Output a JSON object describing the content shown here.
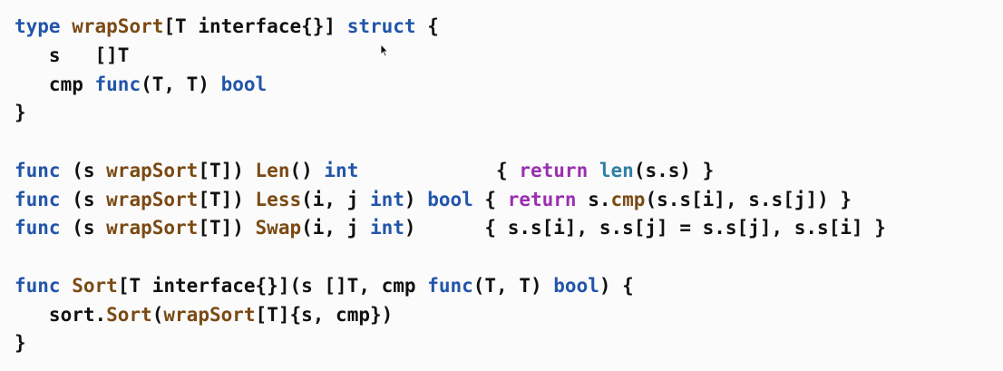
{
  "theme": {
    "background": "#fbfbfb",
    "default": "#111111",
    "keyword": "#2255aa",
    "type": "#2255aa",
    "function": "#7a4a14",
    "control": "#9a2fb0",
    "builtin": "#2f7fa6"
  },
  "lines": [
    [
      {
        "t": "type",
        "c": "keyword"
      },
      {
        "t": " "
      },
      {
        "t": "wrapSort",
        "c": "function"
      },
      {
        "t": "[T interface{}] "
      },
      {
        "t": "struct",
        "c": "keyword"
      },
      {
        "t": " {"
      }
    ],
    [
      {
        "t": "   s   []T"
      }
    ],
    [
      {
        "t": "   cmp "
      },
      {
        "t": "func",
        "c": "keyword"
      },
      {
        "t": "(T, T) "
      },
      {
        "t": "bool",
        "c": "type"
      }
    ],
    [
      {
        "t": "}"
      }
    ],
    [],
    [
      {
        "t": "func",
        "c": "keyword"
      },
      {
        "t": " (s "
      },
      {
        "t": "wrapSort",
        "c": "function"
      },
      {
        "t": "[T]) "
      },
      {
        "t": "Len",
        "c": "function"
      },
      {
        "t": "() "
      },
      {
        "t": "int",
        "c": "type"
      },
      {
        "t": "            { "
      },
      {
        "t": "return",
        "c": "control"
      },
      {
        "t": " "
      },
      {
        "t": "len",
        "c": "builtin"
      },
      {
        "t": "(s.s) }"
      }
    ],
    [
      {
        "t": "func",
        "c": "keyword"
      },
      {
        "t": " (s "
      },
      {
        "t": "wrapSort",
        "c": "function"
      },
      {
        "t": "[T]) "
      },
      {
        "t": "Less",
        "c": "function"
      },
      {
        "t": "(i, j "
      },
      {
        "t": "int",
        "c": "type"
      },
      {
        "t": ") "
      },
      {
        "t": "bool",
        "c": "type"
      },
      {
        "t": " { "
      },
      {
        "t": "return",
        "c": "control"
      },
      {
        "t": " s."
      },
      {
        "t": "cmp",
        "c": "function"
      },
      {
        "t": "(s.s[i], s.s[j]) }"
      }
    ],
    [
      {
        "t": "func",
        "c": "keyword"
      },
      {
        "t": " (s "
      },
      {
        "t": "wrapSort",
        "c": "function"
      },
      {
        "t": "[T]) "
      },
      {
        "t": "Swap",
        "c": "function"
      },
      {
        "t": "(i, j "
      },
      {
        "t": "int",
        "c": "type"
      },
      {
        "t": ")      { s.s[i], s.s[j] = s.s[j], s.s[i] }"
      }
    ],
    [],
    [
      {
        "t": "func",
        "c": "keyword"
      },
      {
        "t": " "
      },
      {
        "t": "Sort",
        "c": "function"
      },
      {
        "t": "[T interface{}](s []T, cmp "
      },
      {
        "t": "func",
        "c": "keyword"
      },
      {
        "t": "(T, T) "
      },
      {
        "t": "bool",
        "c": "type"
      },
      {
        "t": ") {"
      }
    ],
    [
      {
        "t": "   sort."
      },
      {
        "t": "Sort",
        "c": "function"
      },
      {
        "t": "("
      },
      {
        "t": "wrapSort",
        "c": "function"
      },
      {
        "t": "[T]{s, cmp})"
      }
    ],
    [
      {
        "t": "}"
      }
    ]
  ]
}
